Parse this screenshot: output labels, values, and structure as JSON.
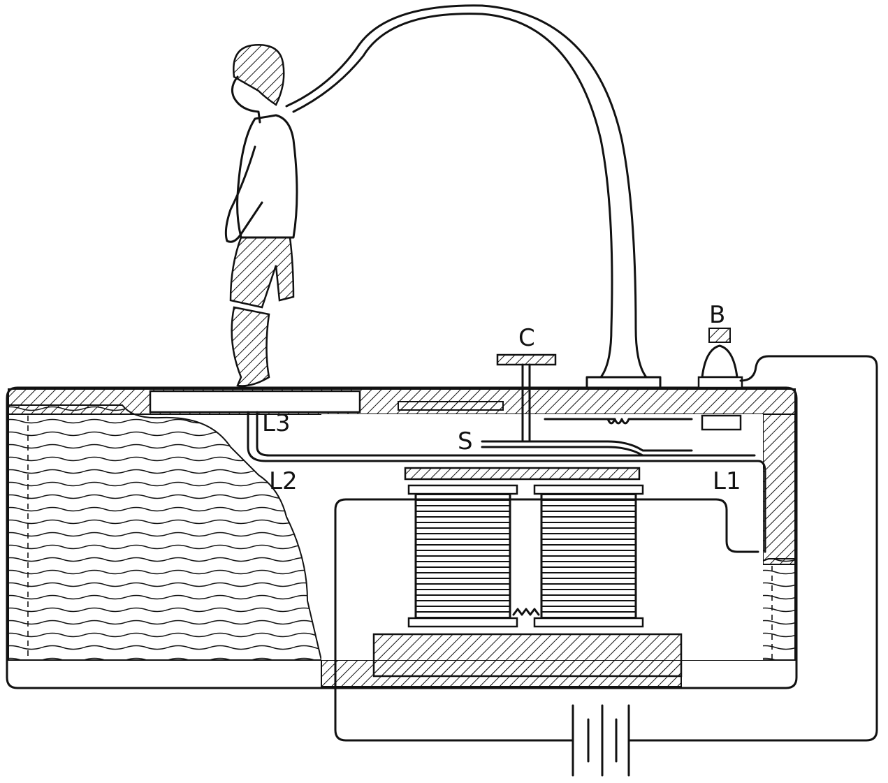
{
  "diagram": {
    "labels": {
      "adjusting_screw": "C",
      "binding_post": "B",
      "spring": "S",
      "lever_1": "L1",
      "lever_2": "L2",
      "lever_3": "L3"
    },
    "colors": {
      "ink": "#111111",
      "paper": "#ffffff"
    }
  }
}
